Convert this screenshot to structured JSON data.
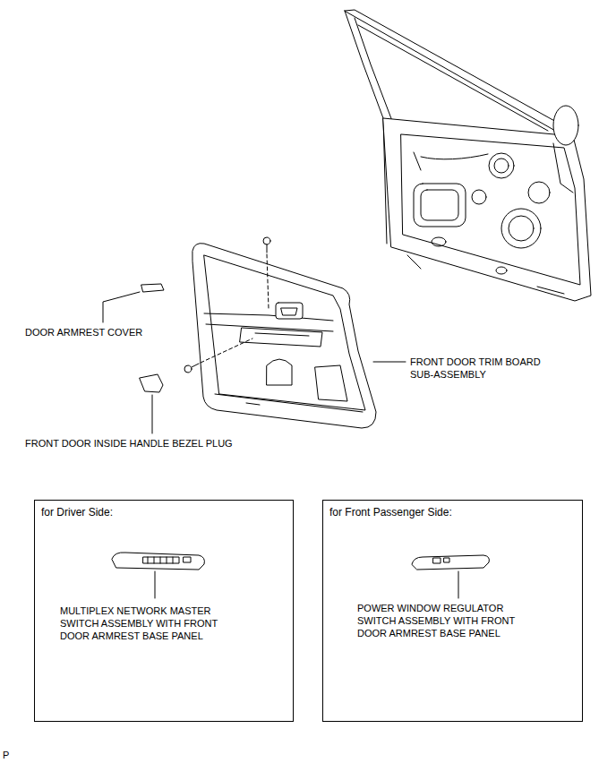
{
  "diagram": {
    "nodes": [
      {
        "text": [
          "for Driver Side:",
          "MULTIPLEX NETWORK MASTER SWITCH ASSEMBLY WITH FRONT DOOR ARMREST BASE PANEL"
        ]
      },
      {
        "text": [
          "for Front Passenger Side:",
          "POWER WINDOW REGULATOR SWITCH ASSEMBLY WITH FRONT DOOR ARMREST BASE PANEL"
        ]
      }
    ],
    "labels": [
      "DOOR ARMREST COVER",
      "FRONT DOOR TRIM BOARD SUB-ASSEMBLY",
      "FRONT DOOR INSIDE HANDLE BEZEL PLUG",
      "P"
    ]
  }
}
